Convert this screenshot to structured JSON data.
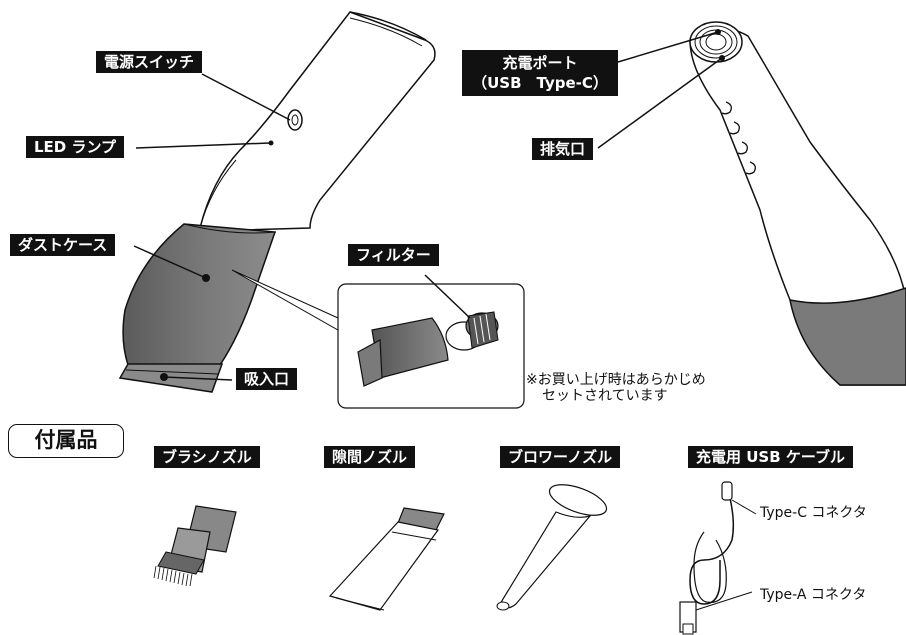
{
  "labels": {
    "power_switch": "電源スイッチ",
    "led_lamp": "LED ランプ",
    "dust_case": "ダストケース",
    "intake": "吸入口",
    "filter": "フィルター",
    "charge_port_line1": "充電ポート",
    "charge_port_line2": "（USB　Type-C）",
    "exhaust": "排気口"
  },
  "note": {
    "line1": "※お買い上げ時はあらかじめ",
    "line2": "セットされています"
  },
  "accessories": {
    "title": "付属品",
    "brush_nozzle": "ブラシノズル",
    "crevice_nozzle": "隙間ノズル",
    "blower_nozzle": "ブロワーノズル",
    "usb_cable": "充電用 USB ケーブル",
    "type_c_connector": "Type-C コネクタ",
    "type_a_connector": "Type-A コネクタ"
  },
  "colors": {
    "label_bg": "#111111",
    "label_text": "#ffffff",
    "body_white": "#ffffff",
    "dust_case_gray": "#6e6e6e",
    "line": "#111111"
  }
}
